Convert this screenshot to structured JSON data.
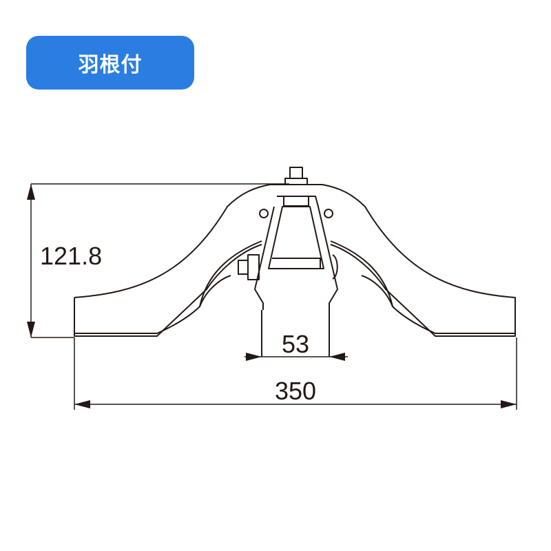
{
  "badge": {
    "label": "羽根付",
    "color": "#2a7de1"
  },
  "dimensions": {
    "height": "121.8",
    "width": "350",
    "pipe_diameter": "53"
  }
}
